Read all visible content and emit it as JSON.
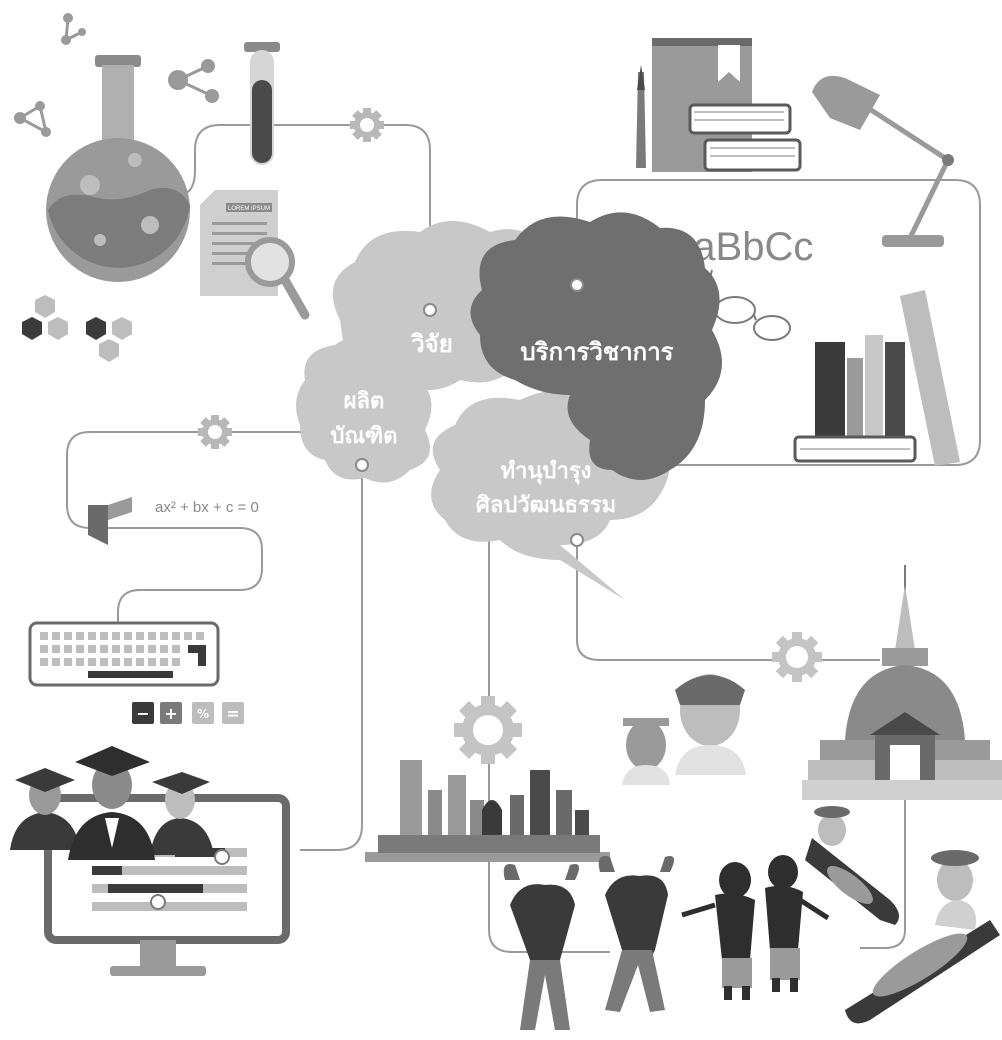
{
  "clouds": {
    "research": "วิจัย",
    "academic_service": "บริการวิชาการ",
    "graduate_line1": "ผลิต",
    "graduate_line2": "บัณฑิต",
    "culture_line1": "ทำนุบำรุง",
    "culture_line2": "ศิลปวัฒนธรรม"
  },
  "decor": {
    "typography_sample": "AaBbCc",
    "equation": "ax² + bx + c = 0",
    "document_header": "LOREM IPSUM",
    "calc_keys": [
      "−",
      "+",
      "%",
      "="
    ]
  },
  "icons": [
    "molecule-icon",
    "flask-icon",
    "test-tube-icon",
    "document-magnifier-icon",
    "hexagon-cluster-icon",
    "gear-icon",
    "books-stack-icon",
    "fountain-pen-icon",
    "desk-lamp-icon",
    "glasses-icon",
    "bookshelf-icon",
    "geometry-shape-icon",
    "keyboard-icon",
    "calculator-keys-icon",
    "graduates-icon",
    "monitor-chart-icon",
    "temple-ruins-icon",
    "hill-tribe-people-icon",
    "stupa-icon",
    "dancers-icon",
    "puppets-icon",
    "floating-market-boat-icon"
  ],
  "colors": {
    "cloud_light": "#c8c8c8",
    "cloud_dark": "#6f6f6f",
    "line": "#9a9a9a",
    "ink": "#3a3a3a"
  }
}
